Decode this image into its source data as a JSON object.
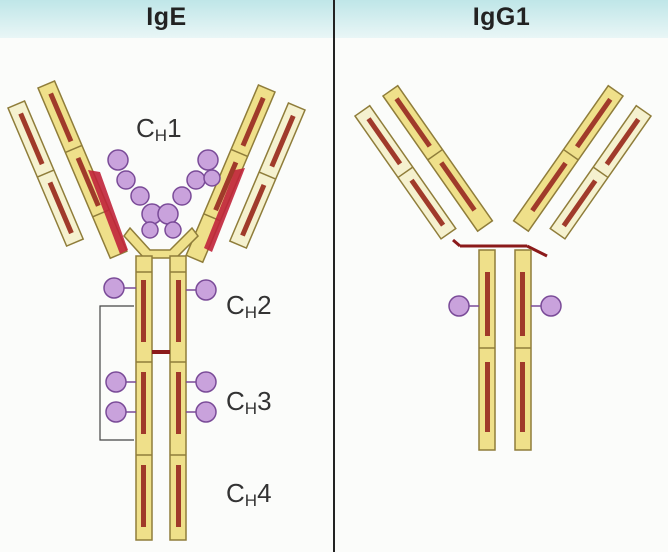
{
  "panels": {
    "left": {
      "title": "IgE"
    },
    "right": {
      "title": "IgG1"
    }
  },
  "labels": {
    "ch1": {
      "main": "C",
      "sub": "H",
      "num": "1"
    },
    "ch2": {
      "main": "C",
      "sub": "H",
      "num": "2"
    },
    "ch3": {
      "main": "C",
      "sub": "H",
      "num": "3"
    },
    "ch4": {
      "main": "C",
      "sub": "H",
      "num": "4"
    }
  },
  "colors": {
    "chain_fill": "#efe08a",
    "chain_stroke": "#8f7d3a",
    "domain_bar": "#a03a2a",
    "light_chain": "#f5f1cf",
    "disulfide": "#8b1a1a",
    "glycan": "#c9a2dc",
    "glycan_stroke": "#7a4b98",
    "header_bg": "#cfecee"
  }
}
